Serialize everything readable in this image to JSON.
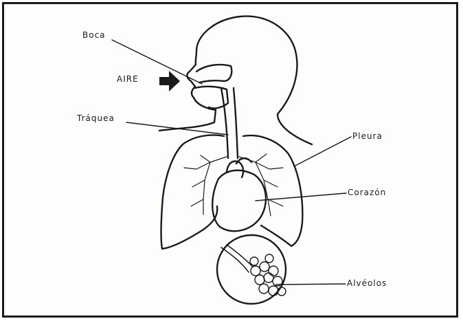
{
  "diagram": {
    "labels": {
      "boca": "Boca",
      "aire": "AIRE",
      "traquea": "Tráquea",
      "pleura": "Pleura",
      "corazon": "Corazón",
      "alveolos": "Alvéolos"
    },
    "icons": {
      "arrow": "air-arrow-icon"
    },
    "colors": {
      "ink": "#1a1a1a",
      "paper": "#fdfdfb"
    }
  }
}
